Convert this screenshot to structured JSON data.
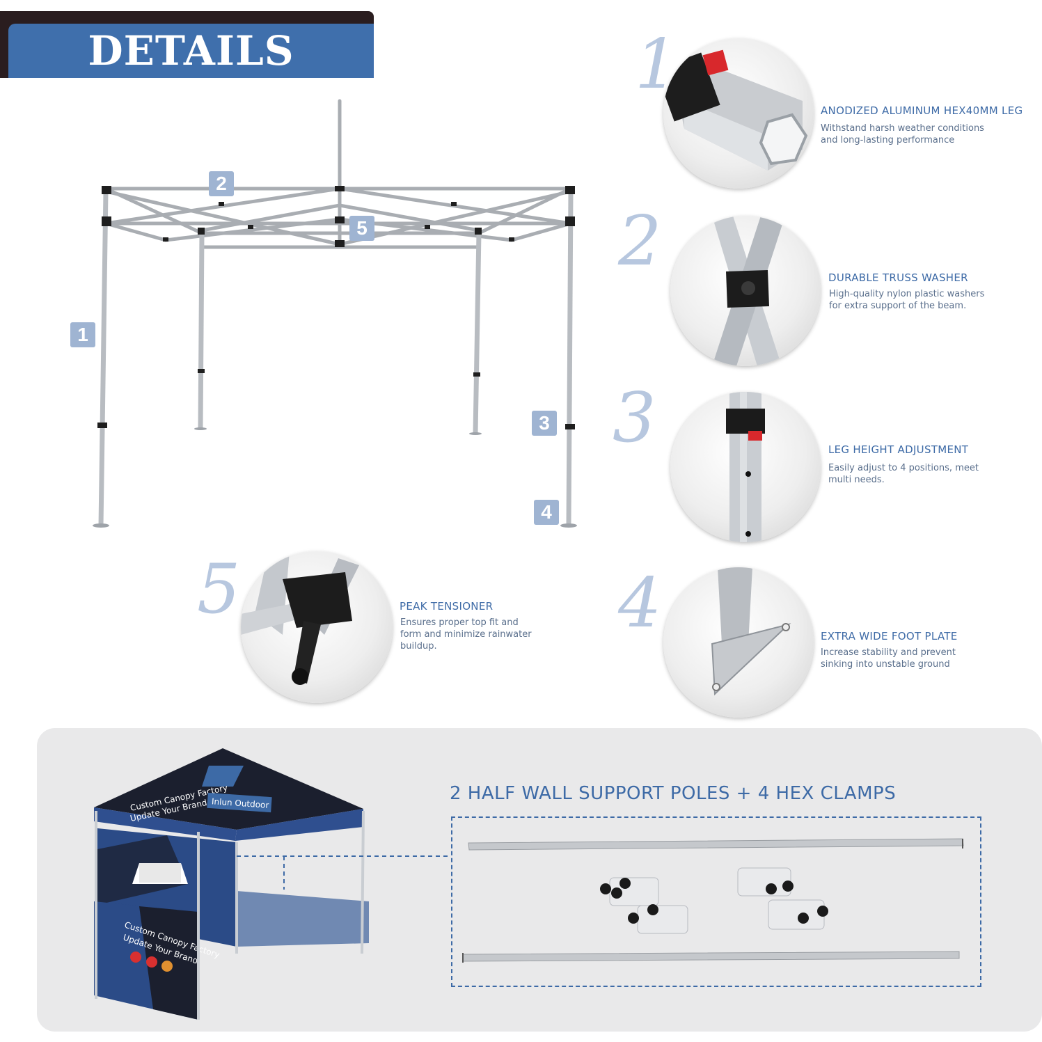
{
  "header": {
    "title": "DETAILS"
  },
  "badges": [
    "1",
    "2",
    "3",
    "4",
    "5"
  ],
  "features": [
    {
      "number": "1",
      "title": "ANODIZED ALUMINUM HEX40MM LEG",
      "desc": "Withstand harsh weather conditions\nand long-lasting performance"
    },
    {
      "number": "2",
      "title": "DURABLE TRUSS WASHER",
      "desc": "High-quality nylon plastic  washers\nfor extra support  of the beam."
    },
    {
      "number": "3",
      "title": "LEG HEIGHT ADJUSTMENT",
      "desc": "Easily adjust to 4 positions, meet\nmulti needs."
    },
    {
      "number": "4",
      "title": "EXTRA WIDE FOOT PLATE",
      "desc": "Increase stability and prevent\nsinking into unstable ground"
    },
    {
      "number": "5",
      "title": "PEAK TENSIONER",
      "desc": "Ensures proper top fit and\nform and minimize rainwater\nbuildup."
    }
  ],
  "accessories": {
    "title": "2 HALF WALL SUPPORT POLES + 4 HEX CLAMPS",
    "tent_brand": "Inlun Outdoor",
    "tent_slogan_1": "Custom Canopy Factory",
    "tent_slogan_2": "Update Your Brand"
  },
  "colors": {
    "accent": "#3d6aa6",
    "header_blue": "#3f6fac",
    "header_dark": "#2a1d1f",
    "numeral": "#b7c7df",
    "badge": "#9fb4d2",
    "panel": "#e9e9ea"
  }
}
